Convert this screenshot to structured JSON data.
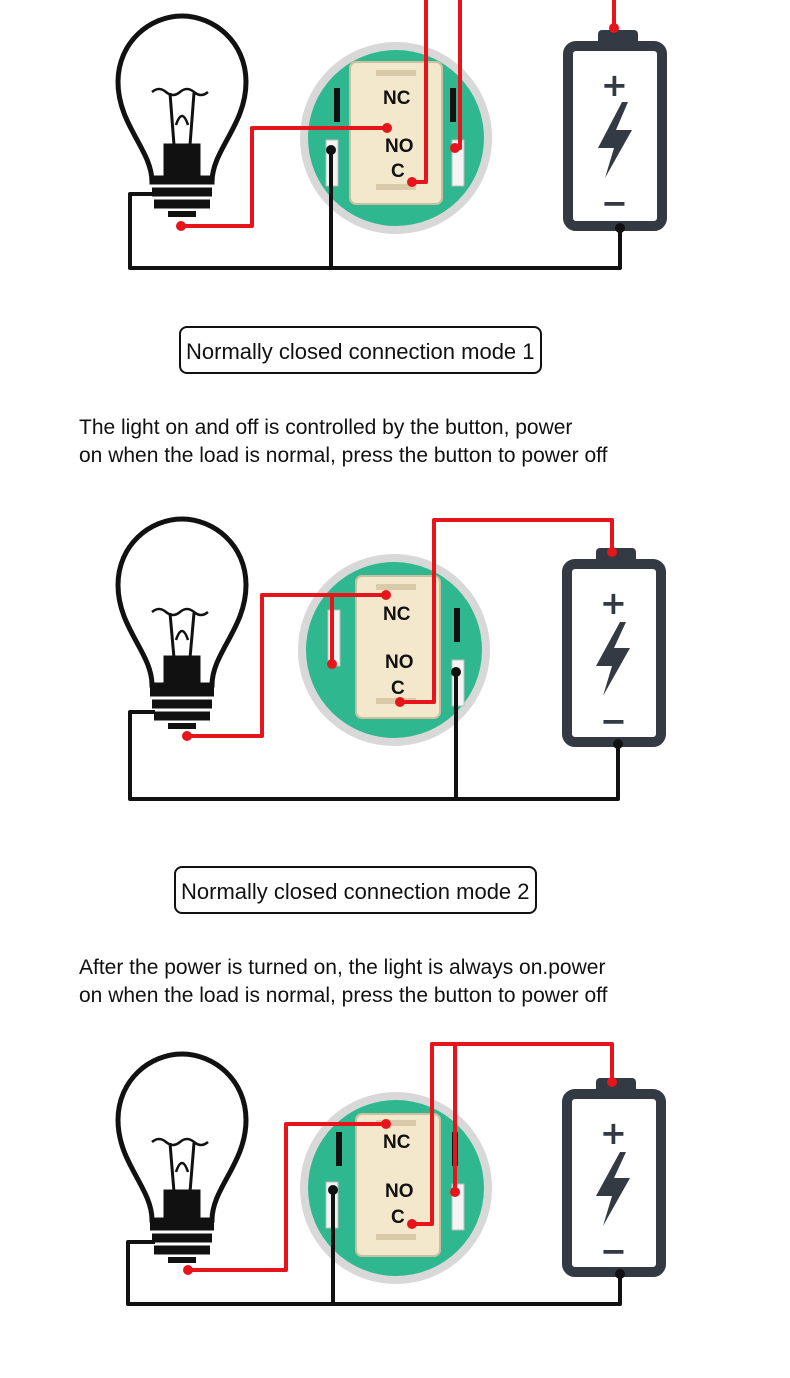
{
  "diagrams": [
    {
      "terminal_labels": {
        "nc": "NC",
        "no": "NO",
        "c": "C"
      },
      "battery_symbols": {
        "plus": "+",
        "minus": "−"
      }
    },
    {
      "terminal_labels": {
        "nc": "NC",
        "no": "NO",
        "c": "C"
      },
      "battery_symbols": {
        "plus": "+",
        "minus": "−"
      }
    },
    {
      "terminal_labels": {
        "nc": "NC",
        "no": "NO",
        "c": "C"
      },
      "battery_symbols": {
        "plus": "+",
        "minus": "−"
      }
    }
  ],
  "modes": [
    {
      "title": "Normally closed connection mode 1",
      "description": [
        "The light on and off is controlled by the button,  power",
        "on when the load is normal,  press the button to power off"
      ]
    },
    {
      "title": "Normally closed connection mode 2",
      "description": [
        "After the power is turned on, the light is always on.power",
        "on when the load is normal,  press the button to power off"
      ]
    }
  ],
  "colors": {
    "wire_red": "#e8141c",
    "wire_black": "#111111",
    "switch_green": "#2fb88f",
    "battery_dark": "#333a44"
  },
  "icons": [
    "light-bulb-icon",
    "push-button-switch",
    "battery-icon",
    "lightning-icon"
  ]
}
